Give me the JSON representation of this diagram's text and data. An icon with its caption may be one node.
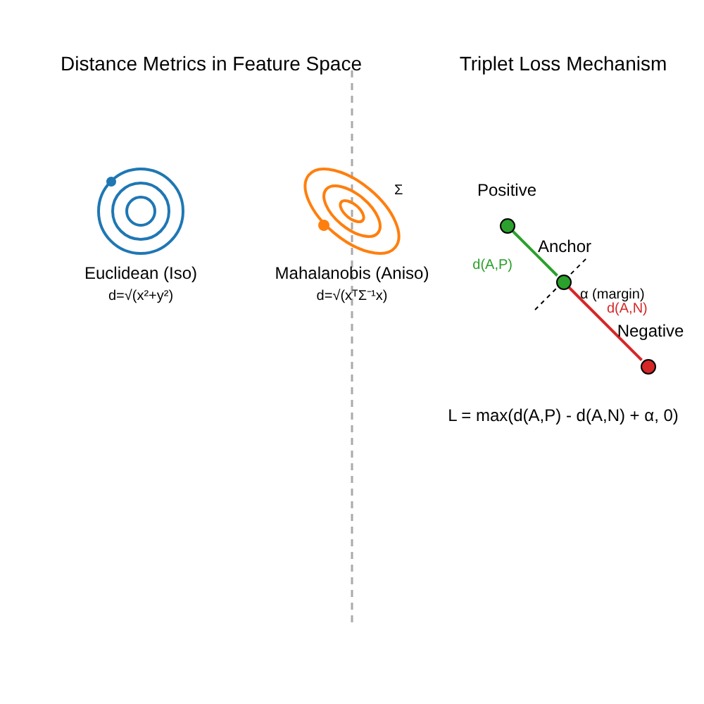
{
  "diagram": {
    "nodes": [
      {
        "text": [],
        "shape": "circle",
        "beside": [
          "Positive"
        ]
      },
      {
        "text": [],
        "shape": "circle",
        "beside": [
          "Anchor"
        ]
      },
      {
        "text": [],
        "shape": "circle",
        "beside": [
          "Negative"
        ]
      }
    ],
    "edges": [
      {
        "from": 0,
        "to": 1,
        "arrow": "none",
        "label": "d(A,P)",
        "color": "#2ca02c"
      },
      {
        "from": 1,
        "to": 2,
        "arrow": "none",
        "label": "d(A,N)",
        "color": "#d62728"
      }
    ],
    "labels": [
      "Distance Metrics in Feature Space",
      "Triplet Loss Mechanism",
      "Euclidean (Iso)",
      "d=√(x²+y²)",
      "Σ",
      "Mahalanobis (Aniso)",
      "d=√(xᵀΣ⁻¹x)",
      "α (margin)",
      "L = max(d(A,P) - d(A,N) + α, 0)"
    ]
  }
}
